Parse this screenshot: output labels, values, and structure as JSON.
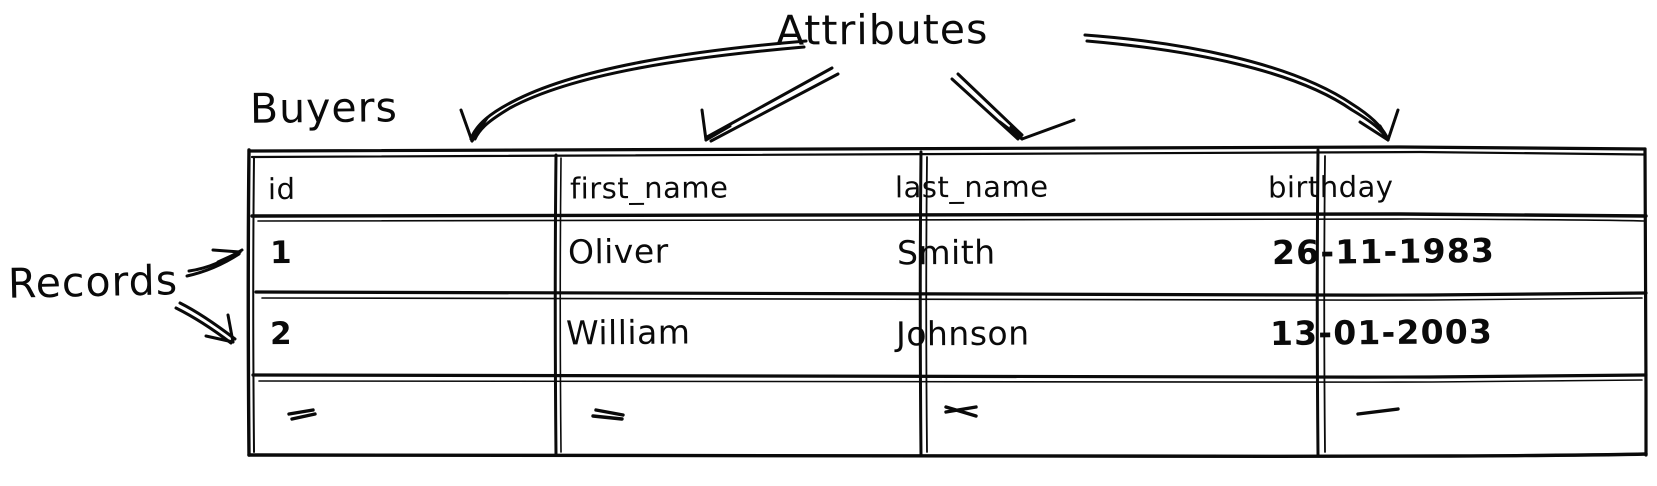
{
  "diagram": {
    "title_label": "Buyers",
    "annotations": {
      "attributes_label": "Attributes",
      "records_label": "Records"
    }
  },
  "table": {
    "name": "Buyers",
    "columns": [
      "id",
      "first_name",
      "last_name",
      "birthday"
    ],
    "rows": [
      {
        "id": "1",
        "first_name": "Oliver",
        "last_name": "Smith",
        "birthday": "26-11-1983"
      },
      {
        "id": "2",
        "first_name": "William",
        "last_name": "Johnson",
        "birthday": "13-01-2003"
      },
      {
        "id": "",
        "first_name": "",
        "last_name": "",
        "birthday": ""
      }
    ],
    "placeholder_row_marks": 4
  },
  "style": {
    "ink_color": "#0a0a0a",
    "background_color": "#ffffff"
  }
}
